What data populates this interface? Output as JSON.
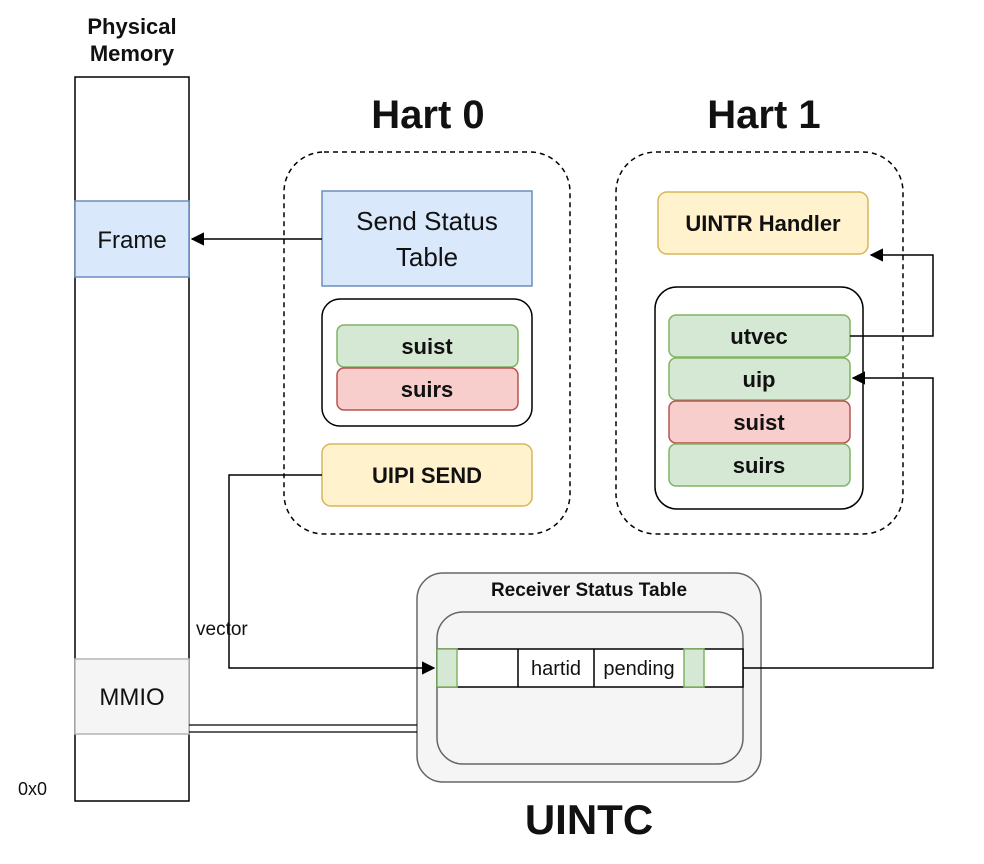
{
  "memory": {
    "title_line1": "Physical",
    "title_line2": "Memory",
    "frame_label": "Frame",
    "mmio_label": "MMIO",
    "address_label": "0x0"
  },
  "hart0": {
    "title": "Hart 0",
    "send_status_line1": "Send Status",
    "send_status_line2": "Table",
    "registers": [
      "suist",
      "suirs"
    ],
    "uipi_send": "UIPI SEND"
  },
  "hart1": {
    "title": "Hart 1",
    "handler": "UINTR Handler",
    "registers": [
      "utvec",
      "uip",
      "suist",
      "suirs"
    ]
  },
  "uintc": {
    "title": "UINTC",
    "table_title": "Receiver Status Table",
    "cells": [
      "hartid",
      "pending"
    ],
    "vector_label": "vector"
  },
  "colors": {
    "blue_fill": "#dae8fc",
    "blue_stroke": "#6c8ebf",
    "green_fill": "#d5e8d4",
    "green_stroke": "#82b366",
    "red_fill": "#f8cecc",
    "red_stroke": "#b85450",
    "yellow_fill": "#fff2cc",
    "yellow_stroke": "#d6b656",
    "gray_fill": "#f5f5f5",
    "gray_stroke": "#666666"
  }
}
